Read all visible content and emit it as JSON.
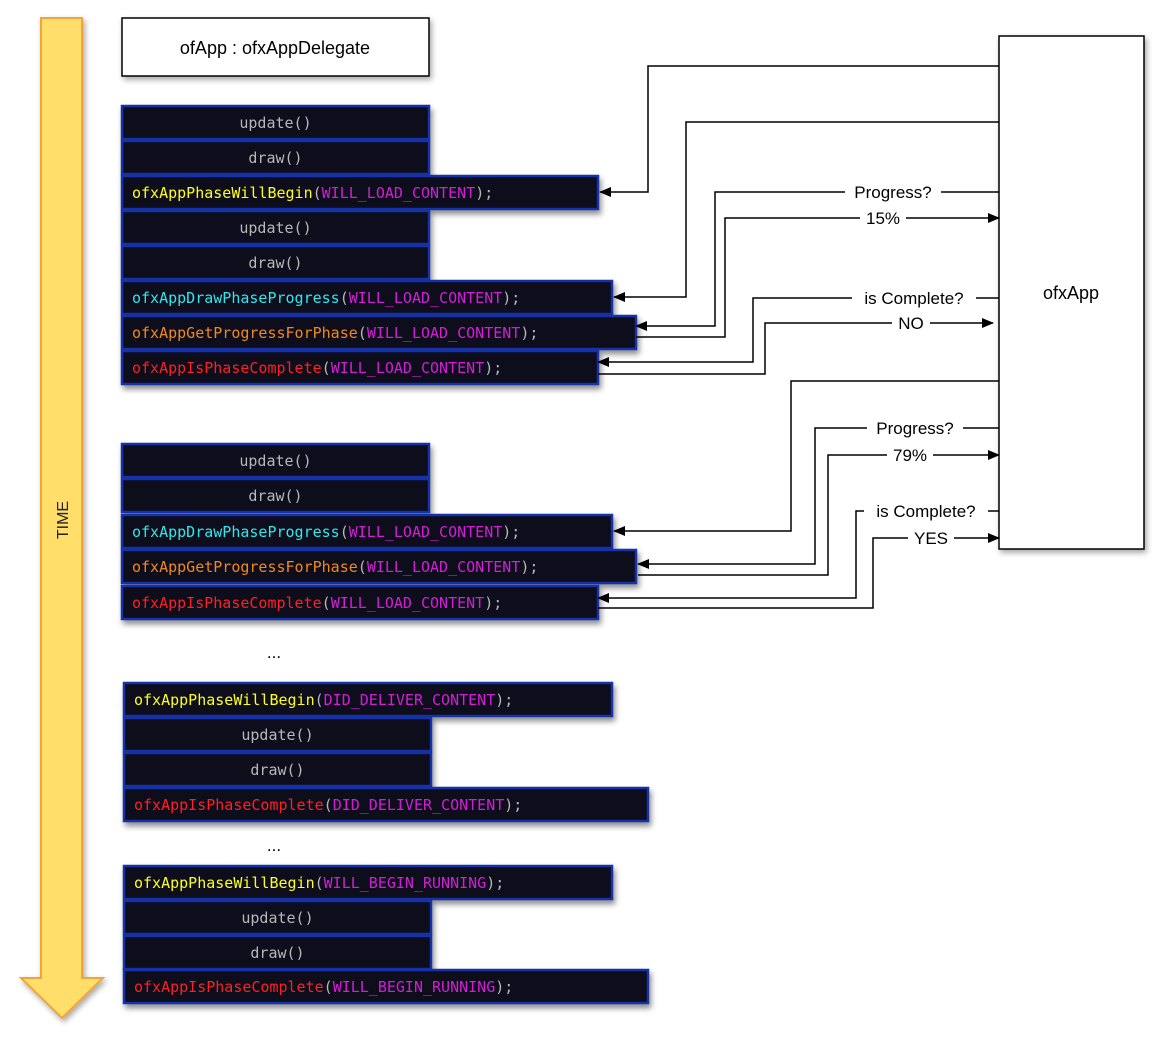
{
  "colors": {
    "code_bg": "#07091c",
    "code_border": "#1531a8",
    "plain": "#b8b8b8",
    "yellow": "#ffff1a",
    "cyan": "#2ee8ee",
    "orange": "#f08a1c",
    "red": "#ff2020",
    "magenta": "#d21fd6",
    "arrow_fill": "#ffdf6a",
    "arrow_stroke": "#f2a43a"
  },
  "time_label": "TIME",
  "delegate_title": "ofApp : ofxAppDelegate",
  "app_title": "ofxApp",
  "ellipsis": "...",
  "calls": [
    {
      "id": "c1",
      "kind": "plain",
      "code": "update()"
    },
    {
      "id": "c2",
      "kind": "plain",
      "code": "draw()"
    },
    {
      "id": "c3",
      "kind": "call",
      "fn": "ofxAppPhaseWillBegin",
      "color": "yellow",
      "arg": "WILL_LOAD_CONTENT"
    },
    {
      "id": "c4",
      "kind": "plain",
      "code": "update()"
    },
    {
      "id": "c5",
      "kind": "plain",
      "code": "draw()"
    },
    {
      "id": "c6",
      "kind": "call",
      "fn": "ofxAppDrawPhaseProgress",
      "color": "cyan",
      "arg": "WILL_LOAD_CONTENT"
    },
    {
      "id": "c7",
      "kind": "call",
      "fn": "ofxAppGetProgressForPhase",
      "color": "orange",
      "arg": "WILL_LOAD_CONTENT"
    },
    {
      "id": "c8",
      "kind": "call",
      "fn": "ofxAppIsPhaseComplete",
      "color": "red",
      "arg": "WILL_LOAD_CONTENT"
    },
    {
      "id": "c9",
      "kind": "plain",
      "code": "update()"
    },
    {
      "id": "c10",
      "kind": "plain",
      "code": "draw()"
    },
    {
      "id": "c11",
      "kind": "call",
      "fn": "ofxAppDrawPhaseProgress",
      "color": "cyan",
      "arg": "WILL_LOAD_CONTENT"
    },
    {
      "id": "c12",
      "kind": "call",
      "fn": "ofxAppGetProgressForPhase",
      "color": "orange",
      "arg": "WILL_LOAD_CONTENT"
    },
    {
      "id": "c13",
      "kind": "call",
      "fn": "ofxAppIsPhaseComplete",
      "color": "red",
      "arg": "WILL_LOAD_CONTENT"
    },
    {
      "id": "c14",
      "kind": "call",
      "fn": "ofxAppPhaseWillBegin",
      "color": "yellow",
      "arg": "DID_DELIVER_CONTENT"
    },
    {
      "id": "c15",
      "kind": "plain",
      "code": "update()"
    },
    {
      "id": "c16",
      "kind": "plain",
      "code": "draw()"
    },
    {
      "id": "c17",
      "kind": "call",
      "fn": "ofxAppIsPhaseComplete",
      "color": "red",
      "arg": "DID_DELIVER_CONTENT"
    },
    {
      "id": "c18",
      "kind": "call",
      "fn": "ofxAppPhaseWillBegin",
      "color": "yellow",
      "arg": "WILL_BEGIN_RUNNING"
    },
    {
      "id": "c19",
      "kind": "plain",
      "code": "update()"
    },
    {
      "id": "c20",
      "kind": "plain",
      "code": "draw()"
    },
    {
      "id": "c21",
      "kind": "call",
      "fn": "ofxAppIsPhaseComplete",
      "color": "red",
      "arg": "WILL_BEGIN_RUNNING"
    }
  ],
  "messages": [
    {
      "id": "m1",
      "label": "",
      "from": "ofxApp",
      "to": "ofxAppPhaseWillBegin(WILL_LOAD_CONTENT)"
    },
    {
      "id": "m2",
      "label": "",
      "from": "ofxApp",
      "to": "ofxAppDrawPhaseProgress(WILL_LOAD_CONTENT)"
    },
    {
      "id": "m3",
      "label": "Progress?",
      "from": "ofxApp",
      "to": "ofxAppGetProgressForPhase(WILL_LOAD_CONTENT)"
    },
    {
      "id": "m4",
      "label": "15%",
      "from": "ofxAppGetProgressForPhase(WILL_LOAD_CONTENT)",
      "to": "ofxApp"
    },
    {
      "id": "m5",
      "label": "is Complete?",
      "from": "ofxApp",
      "to": "ofxAppIsPhaseComplete(WILL_LOAD_CONTENT)"
    },
    {
      "id": "m6",
      "label": "NO",
      "from": "ofxAppIsPhaseComplete(WILL_LOAD_CONTENT)",
      "to": "ofxApp"
    },
    {
      "id": "m7",
      "label": "",
      "from": "ofxApp",
      "to": "ofxAppDrawPhaseProgress(WILL_LOAD_CONTENT)"
    },
    {
      "id": "m8",
      "label": "Progress?",
      "from": "ofxApp",
      "to": "ofxAppGetProgressForPhase(WILL_LOAD_CONTENT)"
    },
    {
      "id": "m9",
      "label": "79%",
      "from": "ofxAppGetProgressForPhase(WILL_LOAD_CONTENT)",
      "to": "ofxApp"
    },
    {
      "id": "m10",
      "label": "is Complete?",
      "from": "ofxApp",
      "to": "ofxAppIsPhaseComplete(WILL_LOAD_CONTENT)"
    },
    {
      "id": "m11",
      "label": "YES",
      "from": "ofxAppIsPhaseComplete(WILL_LOAD_CONTENT)",
      "to": "ofxApp"
    }
  ]
}
